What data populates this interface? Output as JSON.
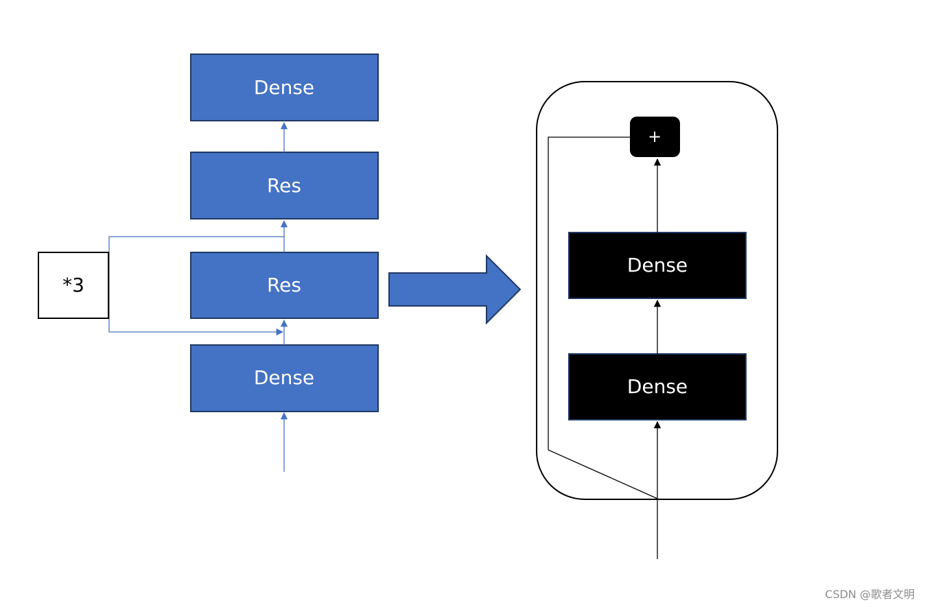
{
  "left_stack": {
    "top_dense_label": "Dense",
    "res_upper_label": "Res",
    "res_lower_label": "Res",
    "bottom_dense_label": "Dense",
    "repeat_label": "*3"
  },
  "residual_block": {
    "add_label": "+",
    "dense_upper_label": "Dense",
    "dense_lower_label": "Dense"
  },
  "watermark": "CSDN @歌者文明",
  "colors": {
    "blue_fill": "#4472c4",
    "blue_stroke": "#1f3864",
    "black_fill": "#000000",
    "outline": "#000000",
    "text_light": "#ffffff"
  }
}
